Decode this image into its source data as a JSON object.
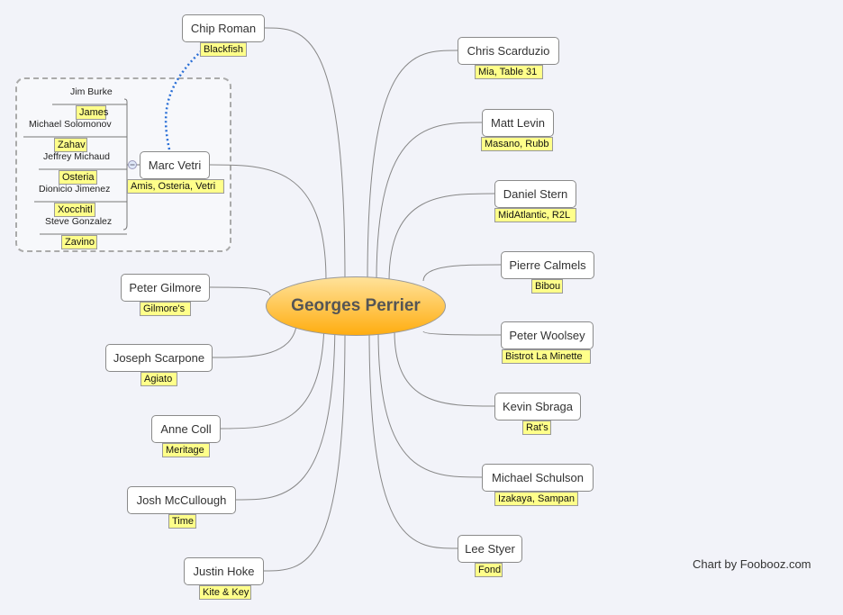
{
  "center": {
    "name": "Georges Perrier"
  },
  "nodes": [
    {
      "name": "Chip Roman",
      "tag": "Blackfish"
    },
    {
      "name": "Chris Scarduzio",
      "tag": "Mia, Table 31"
    },
    {
      "name": "Matt Levin",
      "tag": "Masano, Rubb"
    },
    {
      "name": "Daniel Stern",
      "tag": "MidAtlantic, R2L"
    },
    {
      "name": "Pierre Calmels",
      "tag": "Bibou"
    },
    {
      "name": "Peter Woolsey",
      "tag": "Bistrot La Minette"
    },
    {
      "name": "Kevin Sbraga",
      "tag": "Rat's"
    },
    {
      "name": "Michael Schulson",
      "tag": "Izakaya, Sampan"
    },
    {
      "name": "Lee Styer",
      "tag": "Fond"
    },
    {
      "name": "Marc Vetri",
      "tag": "Amis, Osteria, Vetri"
    },
    {
      "name": "Peter Gilmore",
      "tag": "Gilmore's"
    },
    {
      "name": "Joseph Scarpone",
      "tag": "Agiato"
    },
    {
      "name": "Anne Coll",
      "tag": "Meritage"
    },
    {
      "name": "Josh McCullough",
      "tag": "Time"
    },
    {
      "name": "Justin Hoke",
      "tag": "Kite & Key"
    }
  ],
  "subnodes": [
    {
      "name": "Jim Burke",
      "tag": "James"
    },
    {
      "name": "Michael Solomonov",
      "tag": "Zahav"
    },
    {
      "name": "Jeffrey Michaud",
      "tag": "Osteria"
    },
    {
      "name": "Dionicio Jimenez",
      "tag": "Xocchitl"
    },
    {
      "name": "Steve Gonzalez",
      "tag": "Zavino"
    }
  ],
  "credit": "Chart by Foobooz.com",
  "colors": {
    "tag": "#ffff8a",
    "center_top": "#ffe29a",
    "center_bottom": "#ffad10",
    "link": "#2a6fd6"
  }
}
